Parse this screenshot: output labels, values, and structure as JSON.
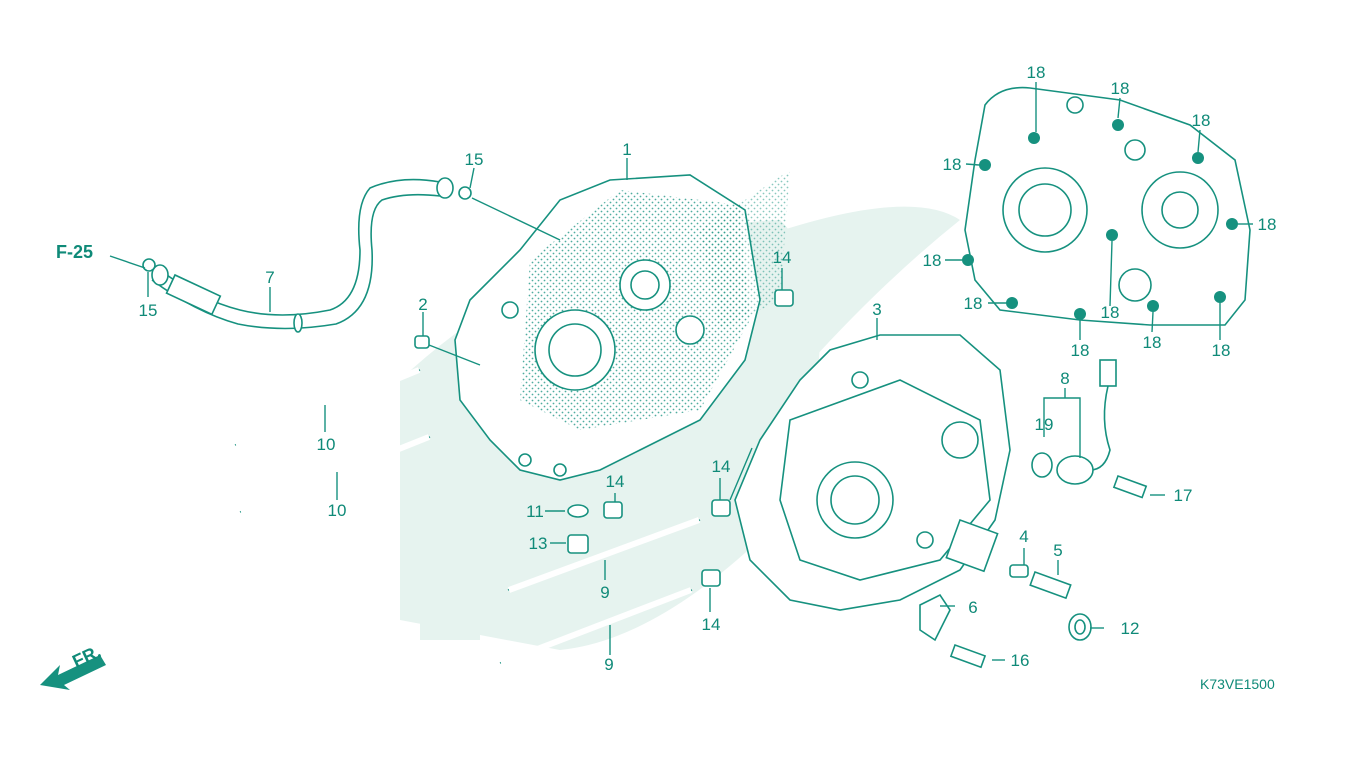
{
  "diagram": {
    "code": "K73VE1500",
    "ref_label": "F-25",
    "front_label": "FR.",
    "colors": {
      "line": "#16917f",
      "text": "#0f8a78",
      "watermark": "#e6f3ef"
    },
    "labels": {
      "c1": "1",
      "c2": "2",
      "c3": "3",
      "c4": "4",
      "c5": "5",
      "c6": "6",
      "c7": "7",
      "c8": "8",
      "c9a": "9",
      "c9b": "9",
      "c10a": "10",
      "c10b": "10",
      "c11": "11",
      "c12": "12",
      "c13": "13",
      "c14a": "14",
      "c14b": "14",
      "c14c": "14",
      "c14d": "14",
      "c15a": "15",
      "c15b": "15",
      "c16": "16",
      "c17": "17",
      "c18a": "18",
      "c18b": "18",
      "c18c": "18",
      "c18d": "18",
      "c18e": "18",
      "c18f": "18",
      "c18g": "18",
      "c18h": "18",
      "c18i": "18",
      "c18j": "18",
      "c19": "19"
    }
  }
}
